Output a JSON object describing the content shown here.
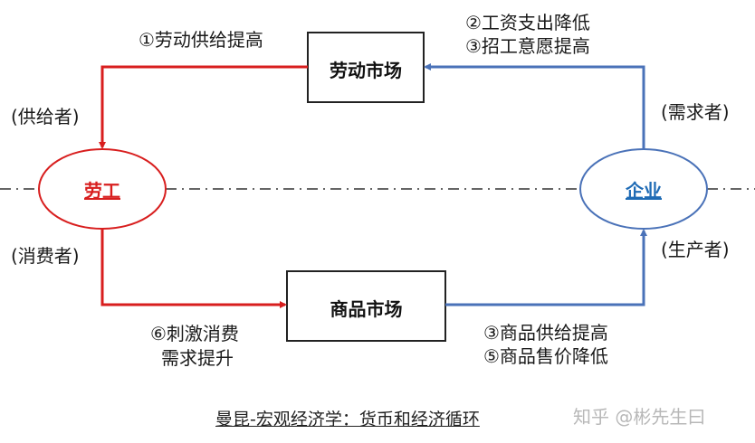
{
  "colors": {
    "worker": "#d81e1e",
    "firm": "#4a72b8",
    "firm_text": "#1f6bb5",
    "box_border": "#222222",
    "divider": "#333333",
    "watermark": "#b8b8b8"
  },
  "nodes": {
    "worker": {
      "label": "劳工",
      "role_top": "(供给者)",
      "role_bottom": "(消费者)"
    },
    "firm": {
      "label": "企业",
      "role_top": "(需求者)",
      "role_bottom": "(生产者)"
    }
  },
  "markets": {
    "labor": {
      "label": "劳动市场"
    },
    "goods": {
      "label": "商品市场"
    }
  },
  "annotations": {
    "labor_supply": "①劳动供给提高",
    "firm_labor": [
      "②工资支出降低",
      "③招工意愿提高"
    ],
    "worker_goods": [
      "⑥刺激消费",
      "需求提升"
    ],
    "firm_goods": [
      "③商品供给提高",
      "⑤商品售价降低"
    ]
  },
  "caption": "曼昆-宏观经济学：货币和经济循环",
  "watermark": "知乎 @彬先生曰"
}
